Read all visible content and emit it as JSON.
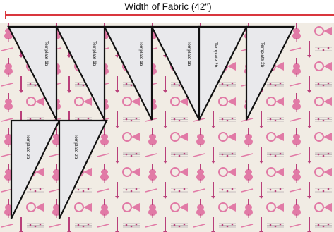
{
  "header": {
    "title": "Width of Fabric (42\")"
  },
  "colors": {
    "fabric": "#f1ece4",
    "print_pink": "#e17aa6",
    "print_dark_pink": "#b9407a",
    "ruler_red": "#d9363e",
    "template_fill": "#e9e9ec",
    "outline": "#111111"
  },
  "fabric": {
    "motifs": [
      "violin-icon",
      "trumpet-icon",
      "french-horn-icon",
      "clarinet-icon",
      "music-score-icon"
    ]
  },
  "templates": [
    {
      "label": "Template 1b",
      "orientation": "left-leaning"
    },
    {
      "label": "Template 1b",
      "orientation": "left-leaning"
    },
    {
      "label": "Template 1b",
      "orientation": "left-leaning"
    },
    {
      "label": "Template 1b",
      "orientation": "left-leaning"
    },
    {
      "label": "Template 2b",
      "orientation": "centered"
    },
    {
      "label": "Template 2b",
      "orientation": "centered"
    },
    {
      "label": "Template 2b",
      "orientation": "left-leaning"
    },
    {
      "label": "Template 2b",
      "orientation": "left-leaning"
    }
  ]
}
